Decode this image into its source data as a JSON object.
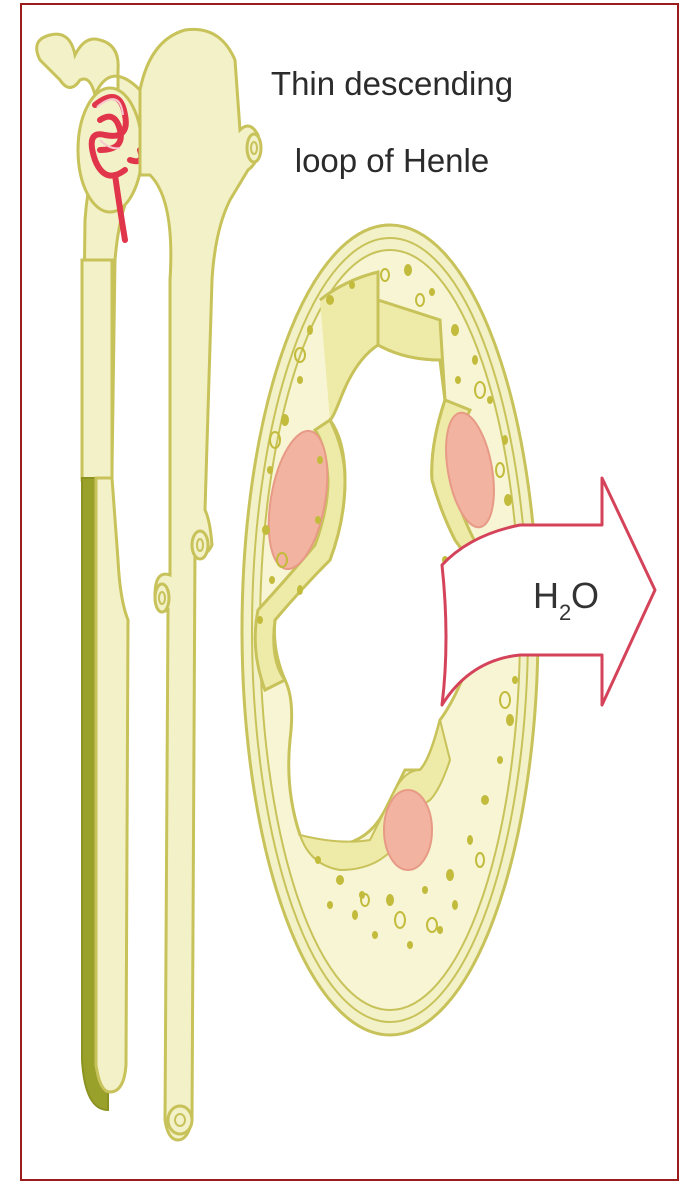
{
  "figure": {
    "title_line1": "Thin descending",
    "title_line2": "loop of Henle",
    "arrow_label": {
      "main": "H",
      "subscript": "2",
      "suffix": "O"
    }
  },
  "colors": {
    "tubule_fill": "#f3f1c8",
    "tubule_stroke": "#c8c25a",
    "loop_segment": "#9aa12a",
    "glomerulus": "#e0354a",
    "nucleus": "#f2b3a0",
    "arrow_stroke": "#d4435a",
    "frame": "#9b1c1c"
  },
  "icons": {
    "nephron": "nephron-illustration",
    "cross_section": "tubule-cross-section",
    "arrow": "water-efflux-arrow"
  }
}
